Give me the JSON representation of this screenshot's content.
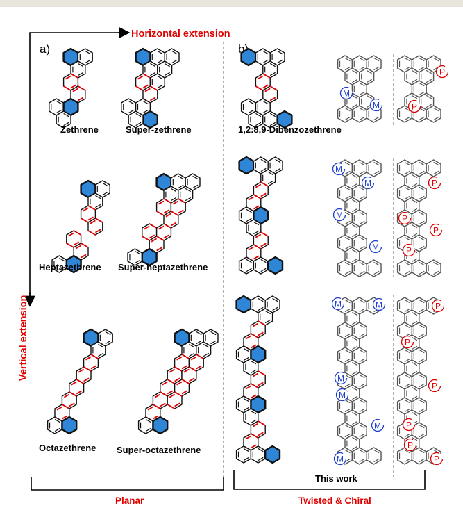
{
  "axes": {
    "horizontal": "Horizontal extension",
    "vertical": "Vertical extension"
  },
  "panels": {
    "a": "a)",
    "b": "b)"
  },
  "molecules": {
    "zethrene": "Zethrene",
    "super_zethrene": "Super-zethrene",
    "heptazethrene": "Heptazethrene",
    "super_heptazethrene": "Super-heptazethrene",
    "octazethrene": "Octazethrene",
    "super_octazethrene": "Super-octazethrene",
    "dibenzozethrene": "1,2:8,9-Dibenzozethrene"
  },
  "helix": {
    "m": "M",
    "p": "P"
  },
  "footer": {
    "this_work": "This work",
    "planar": "Planar",
    "twisted": "Twisted & Chiral"
  },
  "colors": {
    "benzenoid_fill": "#2f86d6",
    "highlight_red": "#e00000",
    "helix_blue": "#1f3fd0",
    "bond": "#111111",
    "twisted_bond": "#555555"
  }
}
